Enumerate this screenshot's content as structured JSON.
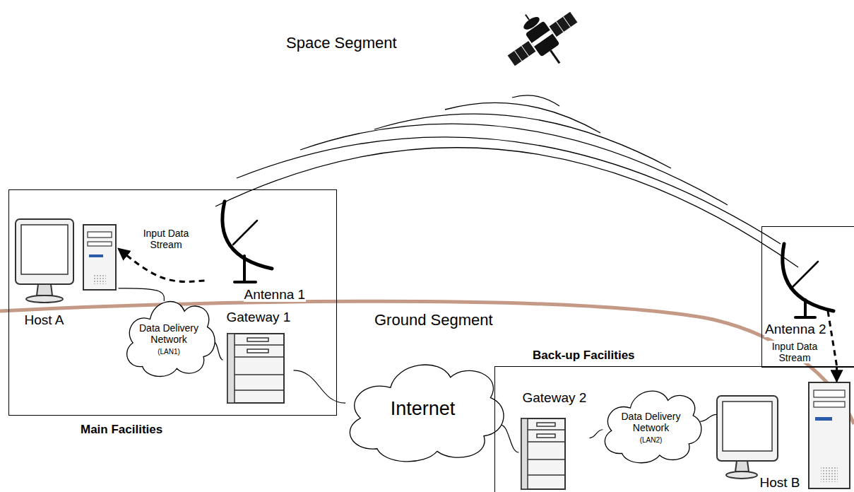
{
  "diagram": {
    "nodes": [
      {
        "text": [
          "Main Facilities"
        ]
      },
      {
        "text": [
          "Host A"
        ],
        "in": 0
      },
      {
        "text": [
          "Antenna 1"
        ],
        "in": 0
      },
      {
        "text": [
          "Data Delivery Network",
          "(LAN1)"
        ],
        "in": 0
      },
      {
        "text": [
          "Gateway 1"
        ],
        "in": 0
      },
      {
        "text": [
          "Internet"
        ]
      },
      {
        "text": [
          "Antenna 2"
        ]
      },
      {
        "text": [
          "Back-up Facilities"
        ]
      },
      {
        "text": [
          "Gateway 2"
        ],
        "in": 7
      },
      {
        "text": [
          "Data Delivery Network",
          "(LAN2)"
        ],
        "in": 7
      },
      {
        "text": [
          "Host B"
        ],
        "in": 7
      }
    ],
    "edges": [
      {
        "from": 2,
        "to": 1,
        "arrow": "to",
        "label": "Input Data Stream"
      },
      {
        "from": 1,
        "to": 3,
        "arrow": "none"
      },
      {
        "from": 3,
        "to": 4,
        "arrow": "none"
      },
      {
        "from": 4,
        "to": 5,
        "arrow": "none"
      },
      {
        "from": 5,
        "to": 8,
        "arrow": "none"
      },
      {
        "from": 8,
        "to": 9,
        "arrow": "none"
      },
      {
        "from": 9,
        "to": 10,
        "arrow": "none"
      },
      {
        "from": 6,
        "to": 10,
        "arrow": "to",
        "label": "Input Data Stream"
      }
    ],
    "labels": [
      "Space Segment",
      "Ground Segment"
    ]
  }
}
